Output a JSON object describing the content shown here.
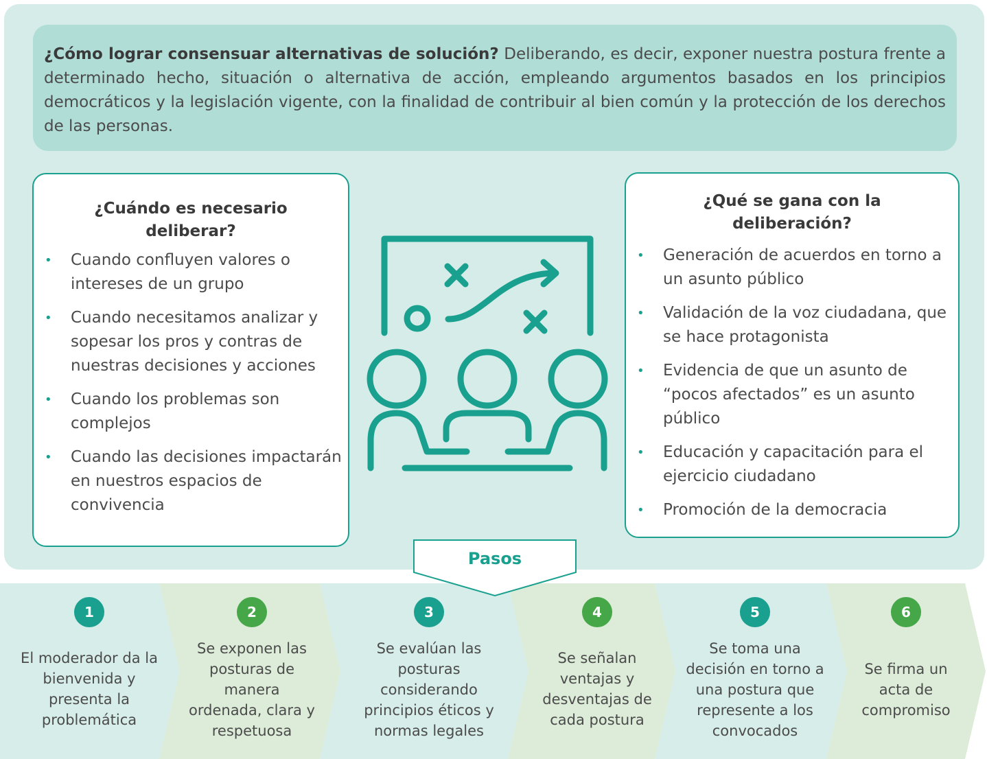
{
  "intro": {
    "bold": "¿Cómo lograr consensuar alternativas de solución?",
    "text": " Deliberando, es decir, exponer nuestra postura frente a determinado hecho, situación o alternativa de acción, empleando argumentos basados en los principios democráticos y la legislación vigente, con la finalidad de contribuir al bien común y la protección de los derechos de las personas."
  },
  "left_card": {
    "title": "¿Cuándo es necesario deliberar?",
    "items": [
      "Cuando confluyen valores o intereses de un grupo",
      "Cuando necesitamos analizar y sopesar los pros y contras de nuestras decisiones y acciones",
      "Cuando los problemas son complejos",
      "Cuando las decisiones impactarán en nuestros espacios de convivencia"
    ]
  },
  "right_card": {
    "title": "¿Qué se gana con la deliberación?",
    "items": [
      "Generación de acuerdos en torno a un asunto público",
      "Validación de la voz ciudadana, que se hace protagonista",
      "Evidencia de que un asunto de “pocos afectados” es un asunto público",
      "Educación y capacitación para el ejercicio ciudadano",
      "Promoción de la democracia"
    ]
  },
  "pasos_label": "Pasos",
  "steps": [
    {
      "num": "1",
      "text": "El moderador da la bienvenida y presenta la problemática"
    },
    {
      "num": "2",
      "text": "Se exponen las posturas de manera ordenada, clara y respetuosa"
    },
    {
      "num": "3",
      "text": "Se evalúan las posturas considerando principios éticos y normas legales"
    },
    {
      "num": "4",
      "text": "Se señalan ventajas y desventajas de cada postura"
    },
    {
      "num": "5",
      "text": "Se toma una decisión en torno a una postura que represente a los convocados"
    },
    {
      "num": "6",
      "text": "Se firma un acta de compromiso"
    }
  ],
  "colors": {
    "teal": "#19a08f",
    "green": "#45a748",
    "intro_bg": "#b1ddd7",
    "panel_bg": "#d5ece8",
    "step_teal_bg": "#d6ede9",
    "step_green_bg": "#dcecd8"
  },
  "icon": "deliberation-strategy-icon"
}
